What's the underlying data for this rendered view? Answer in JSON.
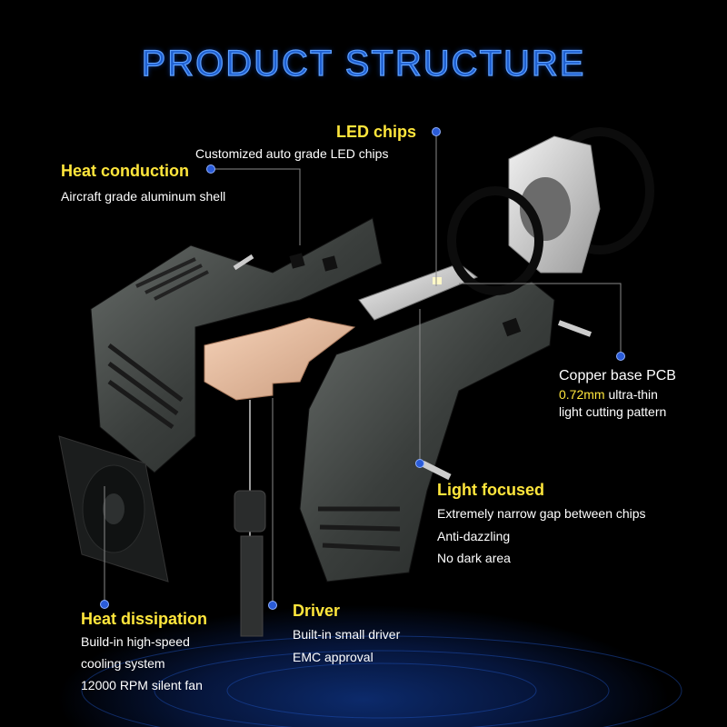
{
  "title": "PRODUCT STRUCTURE",
  "accent": "#ffe63c",
  "callouts": {
    "led_chips": {
      "heading": "LED chips",
      "desc": "Customized auto grade LED chips"
    },
    "heat_conduction": {
      "heading": "Heat conduction",
      "desc": "Aircraft grade aluminum shell"
    },
    "copper_pcb": {
      "heading": "Copper base PCB",
      "highlight": "0.72mm",
      "desc1_rest": " ultra-thin",
      "desc2": "light cutting pattern"
    },
    "light_focused": {
      "heading": "Light focused",
      "desc1": "Extremely narrow gap between chips",
      "desc2": "Anti-dazzling",
      "desc3": "No dark area"
    },
    "driver": {
      "heading": "Driver",
      "desc1": "Built-in small driver",
      "desc2": "EMC approval"
    },
    "heat_dissipation": {
      "heading": "Heat dissipation",
      "desc1": "Build-in high-speed",
      "desc2": "cooling system",
      "desc3": "12000 RPM silent fan"
    }
  }
}
